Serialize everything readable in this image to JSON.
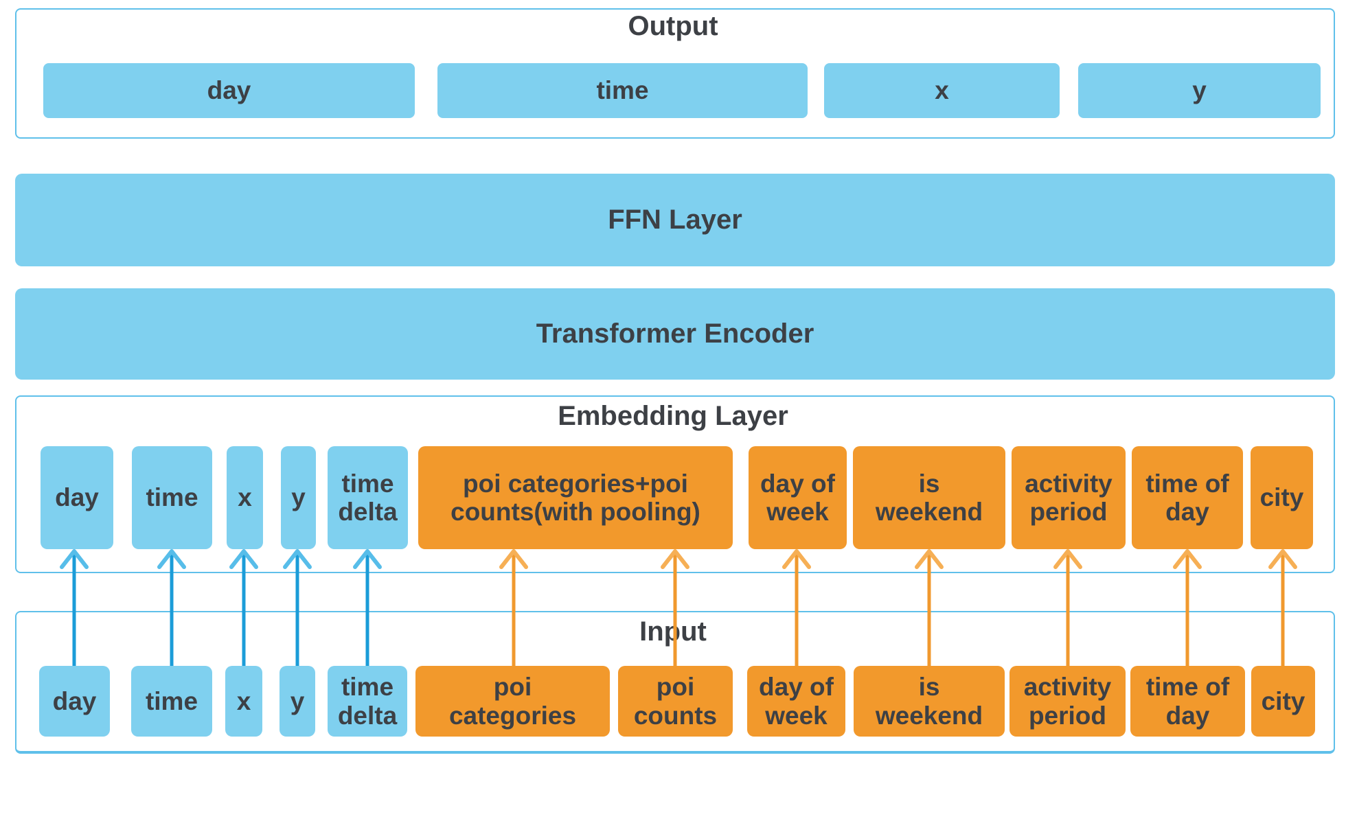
{
  "colors": {
    "blue": "#7FD0EF",
    "orange": "#F2992C",
    "border": "#5FC0EA",
    "text": "#3D4045",
    "arrow_blue": "#1B9CD8",
    "arrow_blue_head": "#57BDE9",
    "arrow_orange": "#F0992E",
    "arrow_orange_head": "#F6AF55"
  },
  "output": {
    "title": "Output",
    "boxes": [
      {
        "label": "day"
      },
      {
        "label": "time"
      },
      {
        "label": "x"
      },
      {
        "label": "y"
      }
    ]
  },
  "ffn": {
    "label": "FFN Layer"
  },
  "encoder": {
    "label": "Transformer Encoder"
  },
  "embedding": {
    "title": "Embedding Layer",
    "boxes": [
      {
        "label": "day",
        "type": "blue"
      },
      {
        "label": "time",
        "type": "blue"
      },
      {
        "label": "x",
        "type": "blue"
      },
      {
        "label": "y",
        "type": "blue"
      },
      {
        "label": "time\ndelta",
        "type": "blue"
      },
      {
        "label": "poi categories+poi\ncounts(with pooling)",
        "type": "orange"
      },
      {
        "label": "day of\nweek",
        "type": "orange"
      },
      {
        "label": "is\nweekend",
        "type": "orange"
      },
      {
        "label": "activity\nperiod",
        "type": "orange"
      },
      {
        "label": "time of\nday",
        "type": "orange"
      },
      {
        "label": "city",
        "type": "orange"
      }
    ]
  },
  "input": {
    "title": "Input",
    "boxes": [
      {
        "label": "day",
        "type": "blue"
      },
      {
        "label": "time",
        "type": "blue"
      },
      {
        "label": "x",
        "type": "blue"
      },
      {
        "label": "y",
        "type": "blue"
      },
      {
        "label": "time\ndelta",
        "type": "blue"
      },
      {
        "label": "poi\ncategories",
        "type": "orange"
      },
      {
        "label": "poi\ncounts",
        "type": "orange"
      },
      {
        "label": "day of\nweek",
        "type": "orange"
      },
      {
        "label": "is\nweekend",
        "type": "orange"
      },
      {
        "label": "activity\nperiod",
        "type": "orange"
      },
      {
        "label": "time of\nday",
        "type": "orange"
      },
      {
        "label": "city",
        "type": "orange"
      }
    ]
  },
  "connections": [
    {
      "from": "input day",
      "to": "embedding day",
      "type": "blue"
    },
    {
      "from": "input time",
      "to": "embedding time",
      "type": "blue"
    },
    {
      "from": "input x",
      "to": "embedding x",
      "type": "blue"
    },
    {
      "from": "input y",
      "to": "embedding y",
      "type": "blue"
    },
    {
      "from": "input time delta",
      "to": "embedding time delta",
      "type": "blue"
    },
    {
      "from": "input poi categories",
      "to": "embedding poi pooled",
      "type": "orange"
    },
    {
      "from": "input poi counts",
      "to": "embedding poi pooled",
      "type": "orange"
    },
    {
      "from": "input day of week",
      "to": "embedding day of week",
      "type": "orange"
    },
    {
      "from": "input is weekend",
      "to": "embedding is weekend",
      "type": "orange"
    },
    {
      "from": "input activity period",
      "to": "embedding activity period",
      "type": "orange"
    },
    {
      "from": "input time of day",
      "to": "embedding time of day",
      "type": "orange"
    },
    {
      "from": "input city",
      "to": "embedding city",
      "type": "orange"
    }
  ]
}
